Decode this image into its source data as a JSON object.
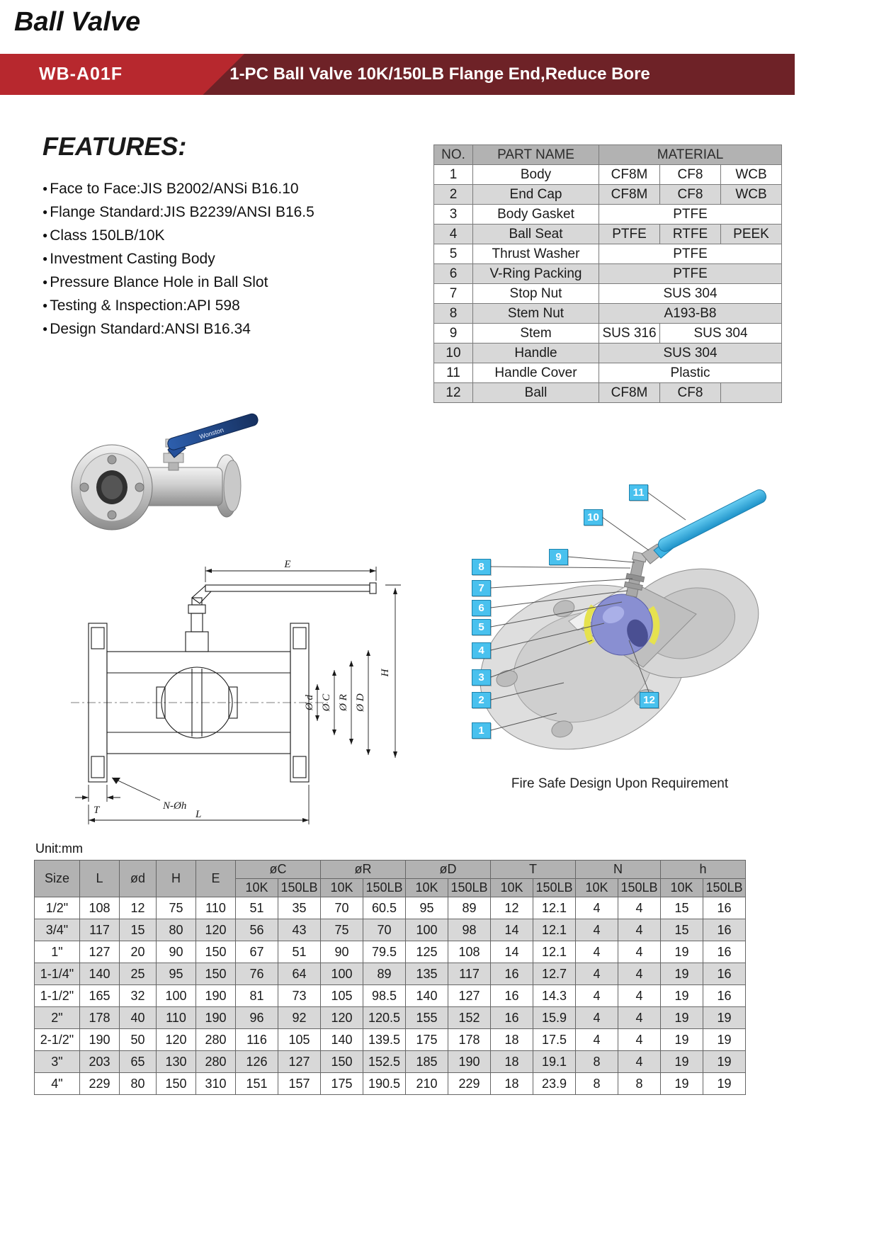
{
  "page": {
    "title": "Ball Valve"
  },
  "banner": {
    "model": "WB-A01F",
    "product_title": "1-PC Ball Valve 10K/150LB Flange End,Reduce Bore",
    "red_color": "#b7282e",
    "dark_color": "#6e2227"
  },
  "features": {
    "heading": "FEATURES:",
    "items": [
      "Face to Face:JIS B2002/ANSi B16.10",
      "Flange Standard:JIS B2239/ANSI B16.5",
      "Class 150LB/10K",
      "Investment Casting Body",
      "Pressure Blance Hole in Ball Slot",
      "Testing & Inspection:API 598",
      "Design Standard:ANSI B16.34"
    ]
  },
  "photo": {
    "handle_text": "Wonston"
  },
  "parts_table": {
    "headers": {
      "no": "NO.",
      "name": "PART NAME",
      "material": "MATERIAL"
    },
    "rows": [
      {
        "no": "1",
        "name": "Body",
        "materials": [
          "CF8M",
          "CF8",
          "WCB"
        ]
      },
      {
        "no": "2",
        "name": "End Cap",
        "materials": [
          "CF8M",
          "CF8",
          "WCB"
        ]
      },
      {
        "no": "3",
        "name": "Body Gasket",
        "materials": [
          "PTFE"
        ]
      },
      {
        "no": "4",
        "name": "Ball Seat",
        "materials": [
          "PTFE",
          "RTFE",
          "PEEK"
        ]
      },
      {
        "no": "5",
        "name": "Thrust Washer",
        "materials": [
          "PTFE"
        ]
      },
      {
        "no": "6",
        "name": "V-Ring Packing",
        "materials": [
          "PTFE"
        ]
      },
      {
        "no": "7",
        "name": "Stop Nut",
        "materials": [
          "SUS 304"
        ]
      },
      {
        "no": "8",
        "name": "Stem Nut",
        "materials": [
          "A193-B8"
        ]
      },
      {
        "no": "9",
        "name": "Stem",
        "materials": [
          "SUS 316",
          "SUS 304"
        ]
      },
      {
        "no": "10",
        "name": "Handle",
        "materials": [
          "SUS 304"
        ]
      },
      {
        "no": "11",
        "name": "Handle Cover",
        "materials": [
          "Plastic"
        ]
      },
      {
        "no": "12",
        "name": "Ball",
        "materials": [
          "CF8M",
          "CF8",
          ""
        ]
      }
    ]
  },
  "drawing": {
    "labels": {
      "E": "E",
      "H": "H",
      "od": "Ø d",
      "oC": "Ø C",
      "oR": "Ø R",
      "oD": "Ø D",
      "nh": "N-Øh",
      "T": "T",
      "L": "L"
    }
  },
  "exploded": {
    "callouts": [
      "1",
      "2",
      "3",
      "4",
      "5",
      "6",
      "7",
      "8",
      "9",
      "10",
      "11",
      "12"
    ],
    "caption": "Fire Safe Design Upon Requirement",
    "callout_color": "#49c1ee"
  },
  "dimension_table": {
    "unit_label": "Unit:mm",
    "simple_headers": [
      "Size",
      "L",
      "ød",
      "H",
      "E"
    ],
    "grouped_headers": [
      "øC",
      "øR",
      "øD",
      "T",
      "N",
      "h"
    ],
    "sub_headers": [
      "10K",
      "150LB"
    ],
    "rows": [
      {
        "size": "1/2\"",
        "values": [
          "108",
          "12",
          "75",
          "110",
          "51",
          "35",
          "70",
          "60.5",
          "95",
          "89",
          "12",
          "12.1",
          "4",
          "4",
          "15",
          "16"
        ]
      },
      {
        "size": "3/4\"",
        "values": [
          "117",
          "15",
          "80",
          "120",
          "56",
          "43",
          "75",
          "70",
          "100",
          "98",
          "14",
          "12.1",
          "4",
          "4",
          "15",
          "16"
        ]
      },
      {
        "size": "1\"",
        "values": [
          "127",
          "20",
          "90",
          "150",
          "67",
          "51",
          "90",
          "79.5",
          "125",
          "108",
          "14",
          "12.1",
          "4",
          "4",
          "19",
          "16"
        ]
      },
      {
        "size": "1-1/4\"",
        "values": [
          "140",
          "25",
          "95",
          "150",
          "76",
          "64",
          "100",
          "89",
          "135",
          "117",
          "16",
          "12.7",
          "4",
          "4",
          "19",
          "16"
        ]
      },
      {
        "size": "1-1/2\"",
        "values": [
          "165",
          "32",
          "100",
          "190",
          "81",
          "73",
          "105",
          "98.5",
          "140",
          "127",
          "16",
          "14.3",
          "4",
          "4",
          "19",
          "16"
        ]
      },
      {
        "size": "2\"",
        "values": [
          "178",
          "40",
          "110",
          "190",
          "96",
          "92",
          "120",
          "120.5",
          "155",
          "152",
          "16",
          "15.9",
          "4",
          "4",
          "19",
          "19"
        ]
      },
      {
        "size": "2-1/2\"",
        "values": [
          "190",
          "50",
          "120",
          "280",
          "116",
          "105",
          "140",
          "139.5",
          "175",
          "178",
          "18",
          "17.5",
          "4",
          "4",
          "19",
          "19"
        ]
      },
      {
        "size": "3\"",
        "values": [
          "203",
          "65",
          "130",
          "280",
          "126",
          "127",
          "150",
          "152.5",
          "185",
          "190",
          "18",
          "19.1",
          "8",
          "4",
          "19",
          "19"
        ]
      },
      {
        "size": "4\"",
        "values": [
          "229",
          "80",
          "150",
          "310",
          "151",
          "157",
          "175",
          "190.5",
          "210",
          "229",
          "18",
          "23.9",
          "8",
          "8",
          "19",
          "19"
        ]
      }
    ]
  }
}
